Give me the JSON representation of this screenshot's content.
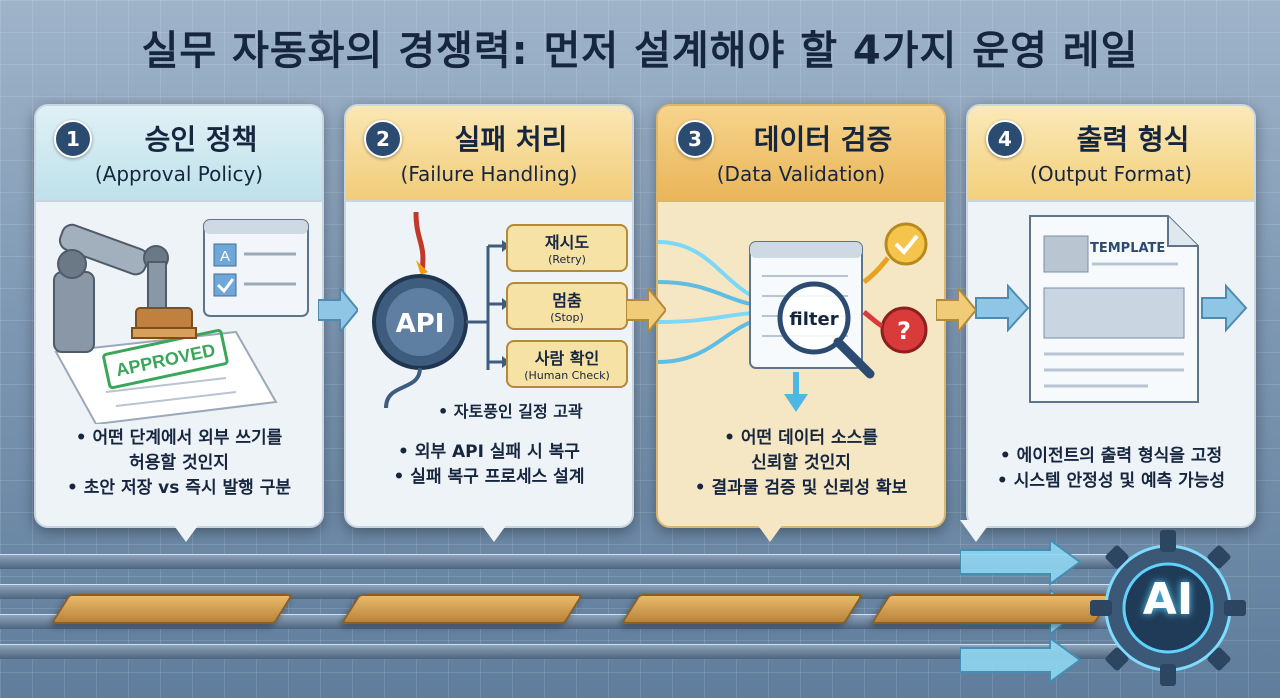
{
  "title": "실무 자동화의 경쟁력: 먼저 설계해야 할 4가지 운영 레일",
  "cards": [
    {
      "number": "1",
      "title": "승인 정책",
      "subtitle": "(Approval Policy)",
      "bullets": [
        "• 어떤 단계에서 외부 쓰기를",
        "허용할 것인지",
        "• 초안 저장 vs 즉시 발행 구분"
      ],
      "illustration": {
        "stamp_text": "APPROVED",
        "icon": "robot-arm-stamp-icon"
      }
    },
    {
      "number": "2",
      "title": "실패 처리",
      "subtitle": "(Failure Handling)",
      "bullets": [
        "• 외부 API 실패 시 복구",
        "• 실패 복구 프로세스 설계"
      ],
      "illustration": {
        "gear_label": "API",
        "options": [
          {
            "label": "재시도",
            "sub": "(Retry)"
          },
          {
            "label": "멈춤",
            "sub": "(Stop)"
          },
          {
            "label": "사람 확인",
            "sub": "(Human Check)"
          }
        ],
        "note": "• 자토풍인 길정 고곽"
      }
    },
    {
      "number": "3",
      "title": "데이터 검증",
      "subtitle": "(Data Validation)",
      "bullets": [
        "• 어떤 데이터 소스를",
        "신뢰할 것인지",
        "• 결과물 검증 및 신뢰성 확보"
      ],
      "illustration": {
        "filter_label": "filter",
        "check_icon": "check-icon",
        "question_icon": "question-icon"
      }
    },
    {
      "number": "4",
      "title": "출력 형식",
      "subtitle": "(Output Format)",
      "bullets": [
        "• 에이전트의 출력 형식을 고정",
        "• 시스템 안정성 및 예측 가능성"
      ],
      "illustration": {
        "template_label": "TEMPLATE"
      }
    }
  ],
  "ai_label": "AI",
  "colors": {
    "navy": "#16263f",
    "card_bg": "#eef3f8",
    "gold": "#f1cc78",
    "teal": "#5fd3ff",
    "rail": "#4e6580"
  }
}
